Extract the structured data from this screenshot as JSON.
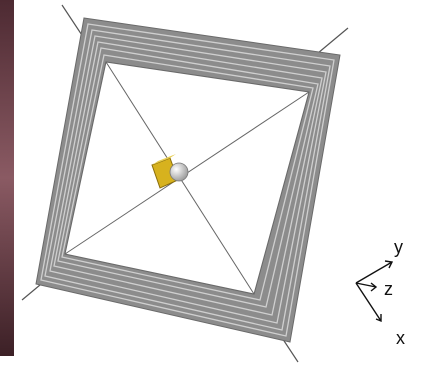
{
  "axes": {
    "y_label": "y",
    "z_label": "z",
    "x_label": "x"
  },
  "colors": {
    "frame_fill": "#8c8c8c",
    "frame_stripe": "#c8c8c8",
    "frame_edge": "#6a6a6a",
    "tether": "#555555",
    "payload_gold": "#d7b21e",
    "payload_silver": "#e9e9e9",
    "photo_strip": "#6f3f48"
  }
}
